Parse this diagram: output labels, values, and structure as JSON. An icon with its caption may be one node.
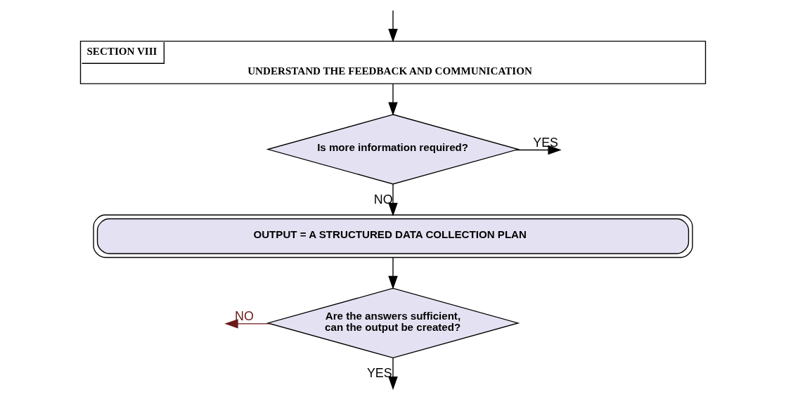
{
  "diagram": {
    "nodes": [
      {
        "text": [
          "SECTION VIII",
          "UNDERSTAND THE FEEDBACK AND COMMUNICATION"
        ]
      },
      {
        "text": [
          "Is more information required?"
        ]
      },
      {
        "text": [
          "OUTPUT = A STRUCTURED DATA COLLECTION PLAN"
        ]
      },
      {
        "text": [
          "Are the answers sufficient, can the output be created?"
        ]
      }
    ],
    "edges": [
      {
        "from": null,
        "to": 0,
        "arrow": "to"
      },
      {
        "from": 0,
        "to": 1,
        "arrow": "to"
      },
      {
        "from": 1,
        "to": null,
        "arrow": "to",
        "label": "YES"
      },
      {
        "from": 1,
        "to": 2,
        "arrow": "to",
        "label": "NO"
      },
      {
        "from": 2,
        "to": 3,
        "arrow": "to"
      },
      {
        "from": 3,
        "to": null,
        "arrow": "to",
        "label": "NO",
        "color": "#6b1a1a"
      },
      {
        "from": 3,
        "to": null,
        "arrow": "to",
        "label": "YES"
      }
    ]
  }
}
